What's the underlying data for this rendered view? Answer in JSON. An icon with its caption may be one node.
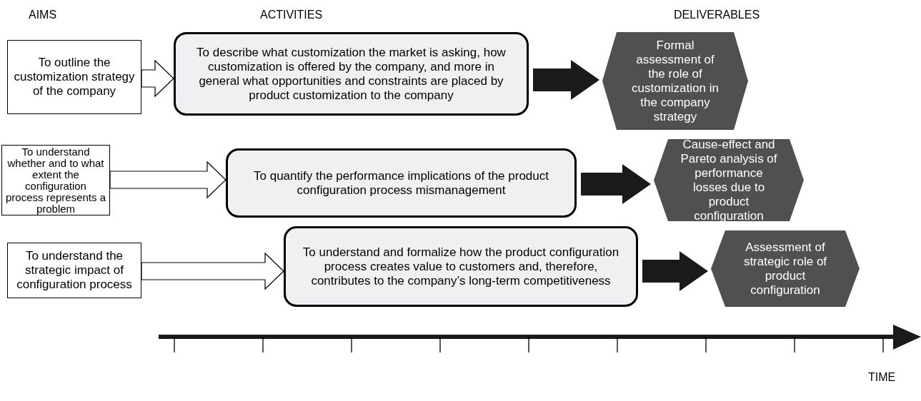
{
  "diagram": {
    "nodes": [
      {
        "text": [
          "To outline the customization strategy of the company"
        ]
      },
      {
        "text": [
          "To describe what customization the market is asking, how customization is offered by the company, and more in general what opportunities and constraints are placed by product customization to the company"
        ]
      },
      {
        "text": [
          "Formal assessment of the role of customization in the company strategy"
        ]
      },
      {
        "text": [
          "To understand whether and to what extent the configuration process represents a problem"
        ]
      },
      {
        "text": [
          "To quantify the performance implications of the product configuration process mismanagement"
        ]
      },
      {
        "text": [
          "Cause-effect and Pareto analysis of performance losses due to product configuration"
        ]
      },
      {
        "text": [
          "To understand the strategic impact of configuration process"
        ]
      },
      {
        "text": [
          "To understand and formalize how the product configuration process creates value to customers and, therefore, contributes to the company’s long-term competitiveness"
        ]
      },
      {
        "text": [
          "Assessment of strategic role of product configuration"
        ]
      }
    ],
    "edges": [
      {
        "from": 0,
        "to": 1,
        "arrow": "to"
      },
      {
        "from": 1,
        "to": 2,
        "arrow": "to",
        "style": "thick"
      },
      {
        "from": 3,
        "to": 4,
        "arrow": "to"
      },
      {
        "from": 4,
        "to": 5,
        "arrow": "to",
        "style": "thick"
      },
      {
        "from": 6,
        "to": 7,
        "arrow": "to"
      },
      {
        "from": 7,
        "to": 8,
        "arrow": "to",
        "style": "thick"
      }
    ],
    "labels": [
      "AIMS",
      "ACTIVITIES",
      "DELIVERABLES",
      "TIME"
    ]
  }
}
